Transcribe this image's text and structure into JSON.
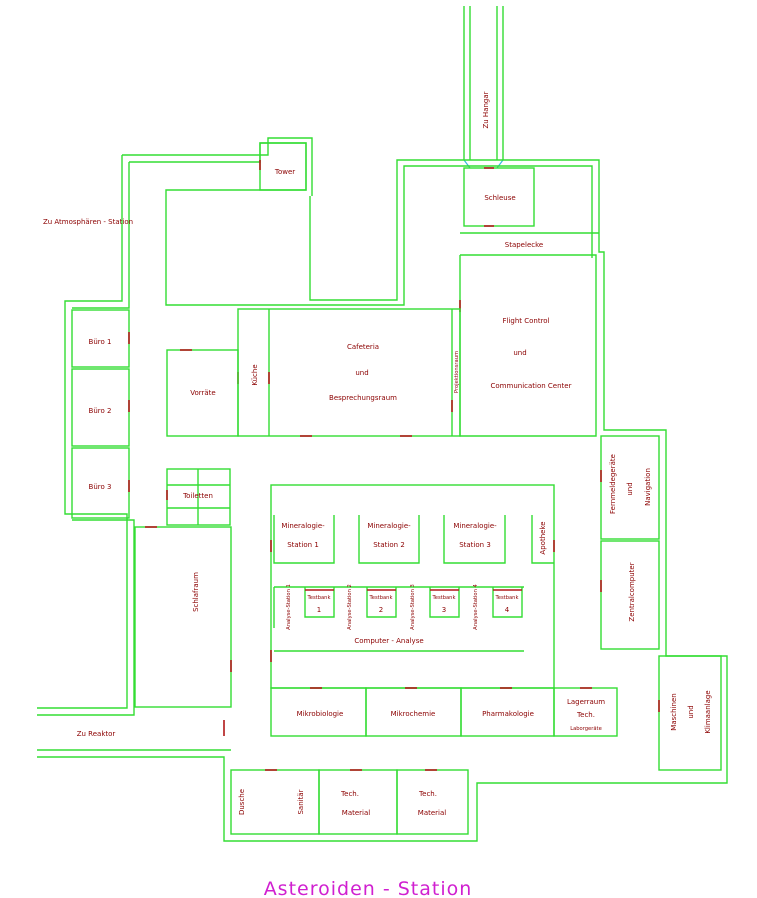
{
  "title": "Asteroiden - Station",
  "rooms": {
    "hangar": "Zu Hangar",
    "tower": "Tower",
    "schleuse": "Schleuse",
    "atmo": "Zu Atmosphären - Station",
    "stapelecke": "Stapelecke",
    "flight1": "Flight Control",
    "flight2": "und",
    "flight3": "Communication Center",
    "buero1": "Büro 1",
    "buero2": "Büro 2",
    "buero3": "Büro 3",
    "vorraete": "Vorräte",
    "kueche": "Küche",
    "cafe1": "Cafeteria",
    "cafe2": "und",
    "cafe3": "Besprechungsraum",
    "projektion": "Projektionsraum",
    "toiletten": "Toiletten",
    "schlafraum": "Schlafraum",
    "fern1": "Fernmeldegeräte",
    "fern2": "und",
    "fern3": "Navigation",
    "zentral": "Zentralcomputer",
    "min1a": "Mineralogie-",
    "min1b": "Station 1",
    "min2a": "Mineralogie-",
    "min2b": "Station 2",
    "min3a": "Mineralogie-",
    "min3b": "Station 3",
    "apotheke": "Apotheke",
    "analyse1": "Analyse-Station 1",
    "analyse2": "Analyse-Station 2",
    "analyse3": "Analyse-Station 3",
    "analyse4": "Analyse-Station 4",
    "testbank": "Testbank",
    "tb1": "1",
    "tb2": "2",
    "tb3": "3",
    "tb4": "4",
    "computer": "Computer - Analyse",
    "mikrobio": "Mikrobiologie",
    "mikrochemie": "Mikrochemie",
    "pharma": "Pharmakologie",
    "lager1": "Lagerraum",
    "lager2": "Tech.",
    "lager3": "Laborgeräte",
    "masch1": "Maschinen",
    "masch2": "und",
    "masch3": "Klimaanlage",
    "reaktor": "Zu Reaktor",
    "dusche": "Dusche",
    "sanitaer": "Sanitär",
    "tm1a": "Tech.",
    "tm1b": "Material",
    "tm2a": "Tech.",
    "tm2b": "Material"
  }
}
